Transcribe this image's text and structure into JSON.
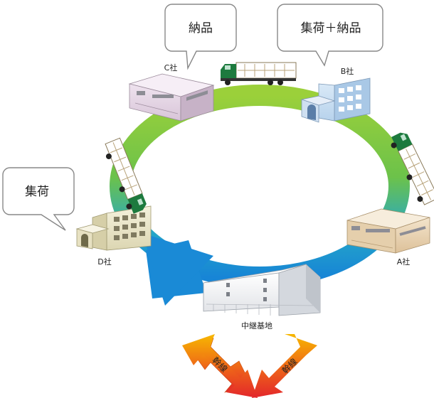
{
  "bubbles": {
    "c": "納品",
    "b": "集荷＋納品",
    "d": "集荷"
  },
  "labels": {
    "company_c": "C社",
    "company_b": "B社",
    "company_a": "A社",
    "company_d": "D社",
    "relay": "中継基地",
    "trunk_left": "幹線",
    "trunk_right": "幹線"
  },
  "colors": {
    "ring_green": "#7dc142",
    "ring_blue": "#1e8fd6",
    "arrow_red": "#e8322a",
    "arrow_yellow": "#f7b800",
    "truck_green": "#1d7a3e"
  }
}
